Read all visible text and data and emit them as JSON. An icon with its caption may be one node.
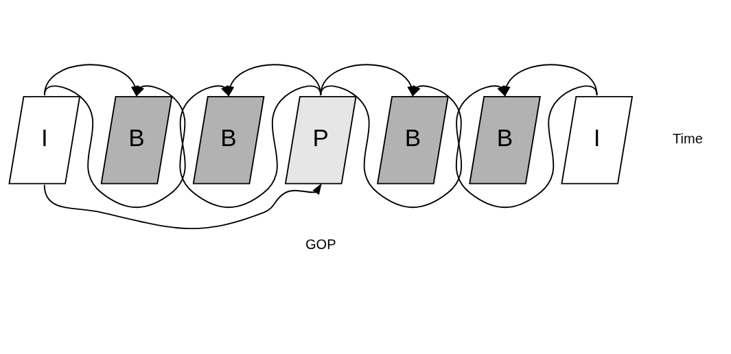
{
  "diagram": {
    "nodes": [
      {
        "text": [
          "I"
        ]
      },
      {
        "text": [
          "B"
        ]
      },
      {
        "text": [
          "B"
        ]
      },
      {
        "text": [
          "P"
        ]
      },
      {
        "text": [
          "B"
        ]
      },
      {
        "text": [
          "B"
        ]
      },
      {
        "text": [
          "I"
        ]
      }
    ],
    "edges": [
      {
        "from": 0,
        "to": 1,
        "arrow": "to"
      },
      {
        "from": 0,
        "to": 2,
        "arrow": "to"
      },
      {
        "from": 3,
        "to": 1,
        "arrow": "to"
      },
      {
        "from": 3,
        "to": 2,
        "arrow": "to"
      },
      {
        "from": 3,
        "to": 4,
        "arrow": "to"
      },
      {
        "from": 3,
        "to": 5,
        "arrow": "to"
      },
      {
        "from": 6,
        "to": 5,
        "arrow": "to"
      },
      {
        "from": 6,
        "to": 4,
        "arrow": "to"
      },
      {
        "from": 0,
        "to": 3,
        "arrow": "to"
      }
    ],
    "labels": [
      "Time",
      "GOP"
    ]
  }
}
